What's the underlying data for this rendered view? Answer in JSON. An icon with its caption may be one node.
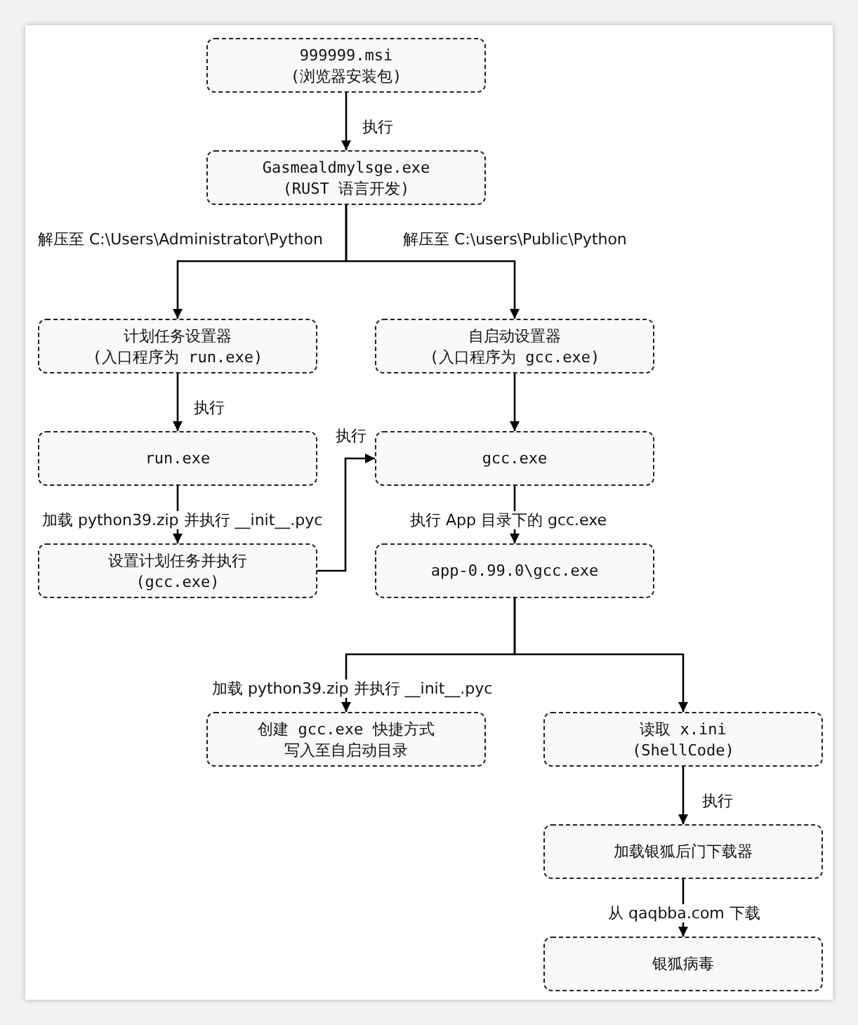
{
  "diagram": {
    "nodes": [
      {
        "text": [
          "999999.msi",
          "(浏览器安装包)"
        ]
      },
      {
        "text": [
          "Gasmealdmylsge.exe",
          "(RUST 语言开发)"
        ]
      },
      {
        "text": [
          "计划任务设置器",
          "(入口程序为 run.exe)"
        ]
      },
      {
        "text": [
          "自启动设置器",
          "(入口程序为 gcc.exe)"
        ]
      },
      {
        "text": [
          "run.exe"
        ]
      },
      {
        "text": [
          "设置计划任务并执行",
          "(gcc.exe)"
        ]
      },
      {
        "text": [
          "gcc.exe"
        ]
      },
      {
        "text": [
          "app-0.99.0\\gcc.exe"
        ]
      },
      {
        "text": [
          "创建 gcc.exe 快捷方式",
          "写入至自启动目录"
        ]
      },
      {
        "text": [
          "读取 x.ini",
          "(ShellCode)"
        ]
      },
      {
        "text": [
          "加载银狐后门下载器"
        ]
      },
      {
        "text": [
          "银狐病毒"
        ]
      }
    ],
    "edges": [
      {
        "from": 0,
        "to": 1,
        "arrow": "to",
        "label": "执行"
      },
      {
        "from": 1,
        "to": 2,
        "arrow": "to",
        "label": "解压至 C:\\Users\\Administrator\\Python"
      },
      {
        "from": 1,
        "to": 3,
        "arrow": "to",
        "label": "解压至 C:\\users\\Public\\Python"
      },
      {
        "from": 2,
        "to": 4,
        "arrow": "to",
        "label": "执行"
      },
      {
        "from": 3,
        "to": 6,
        "arrow": "to"
      },
      {
        "from": 4,
        "to": 5,
        "arrow": "to",
        "label": "加载 python39.zip 并执行 __init__.pyc"
      },
      {
        "from": 5,
        "to": 6,
        "arrow": "to",
        "label": "执行"
      },
      {
        "from": 6,
        "to": 7,
        "arrow": "to",
        "label": "执行 App 目录下的 gcc.exe"
      },
      {
        "from": 7,
        "to": 8,
        "arrow": "to",
        "label": "加载 python39.zip 并执行 __init__.pyc"
      },
      {
        "from": 7,
        "to": 9,
        "arrow": "to"
      },
      {
        "from": 9,
        "to": 10,
        "arrow": "to",
        "label": "执行"
      },
      {
        "from": 10,
        "to": 11,
        "arrow": "to",
        "label": "从 qaqbba.com 下载"
      }
    ]
  }
}
